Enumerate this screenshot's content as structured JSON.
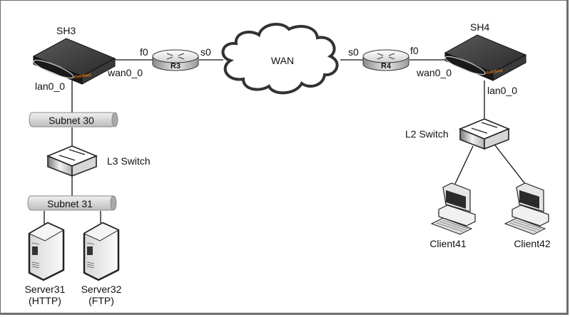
{
  "diagram": {
    "title": "Network topology",
    "nodes": {
      "sh3": {
        "label": "SH3",
        "type": "steelhead-appliance",
        "logo": "riverbed"
      },
      "sh4": {
        "label": "SH4",
        "type": "steelhead-appliance",
        "logo": "riverbed"
      },
      "r3": {
        "label": "R3",
        "type": "router"
      },
      "r4": {
        "label": "R4",
        "type": "router"
      },
      "wan": {
        "label": "WAN",
        "type": "cloud"
      },
      "subnet30": {
        "label": "Subnet 30",
        "type": "network-segment"
      },
      "subnet31": {
        "label": "Subnet 31",
        "type": "network-segment"
      },
      "l3switch": {
        "label": "L3 Switch",
        "type": "switch"
      },
      "l2switch": {
        "label": "L2 Switch",
        "type": "switch"
      },
      "server31": {
        "label": "Server31",
        "sublabel": "(HTTP)",
        "type": "server"
      },
      "server32": {
        "label": "Server32",
        "sublabel": "(FTP)",
        "type": "server"
      },
      "client41": {
        "label": "Client41",
        "type": "workstation"
      },
      "client42": {
        "label": "Client42",
        "type": "workstation"
      }
    },
    "interfaces": {
      "sh3_wan": "wan0_0",
      "sh3_lan": "lan0_0",
      "r3_f": "f0",
      "r3_s": "s0",
      "r4_s": "s0",
      "r4_f": "f0",
      "sh4_wan": "wan0_0",
      "sh4_lan": "lan0_0"
    },
    "links": [
      [
        "sh3",
        "r3"
      ],
      [
        "r3",
        "wan"
      ],
      [
        "wan",
        "r4"
      ],
      [
        "r4",
        "sh4"
      ],
      [
        "sh3",
        "subnet30"
      ],
      [
        "subnet30",
        "l3switch"
      ],
      [
        "l3switch",
        "subnet31"
      ],
      [
        "subnet31",
        "server31"
      ],
      [
        "subnet31",
        "server32"
      ],
      [
        "sh4",
        "l2switch"
      ],
      [
        "l2switch",
        "client41"
      ],
      [
        "l2switch",
        "client42"
      ]
    ]
  }
}
